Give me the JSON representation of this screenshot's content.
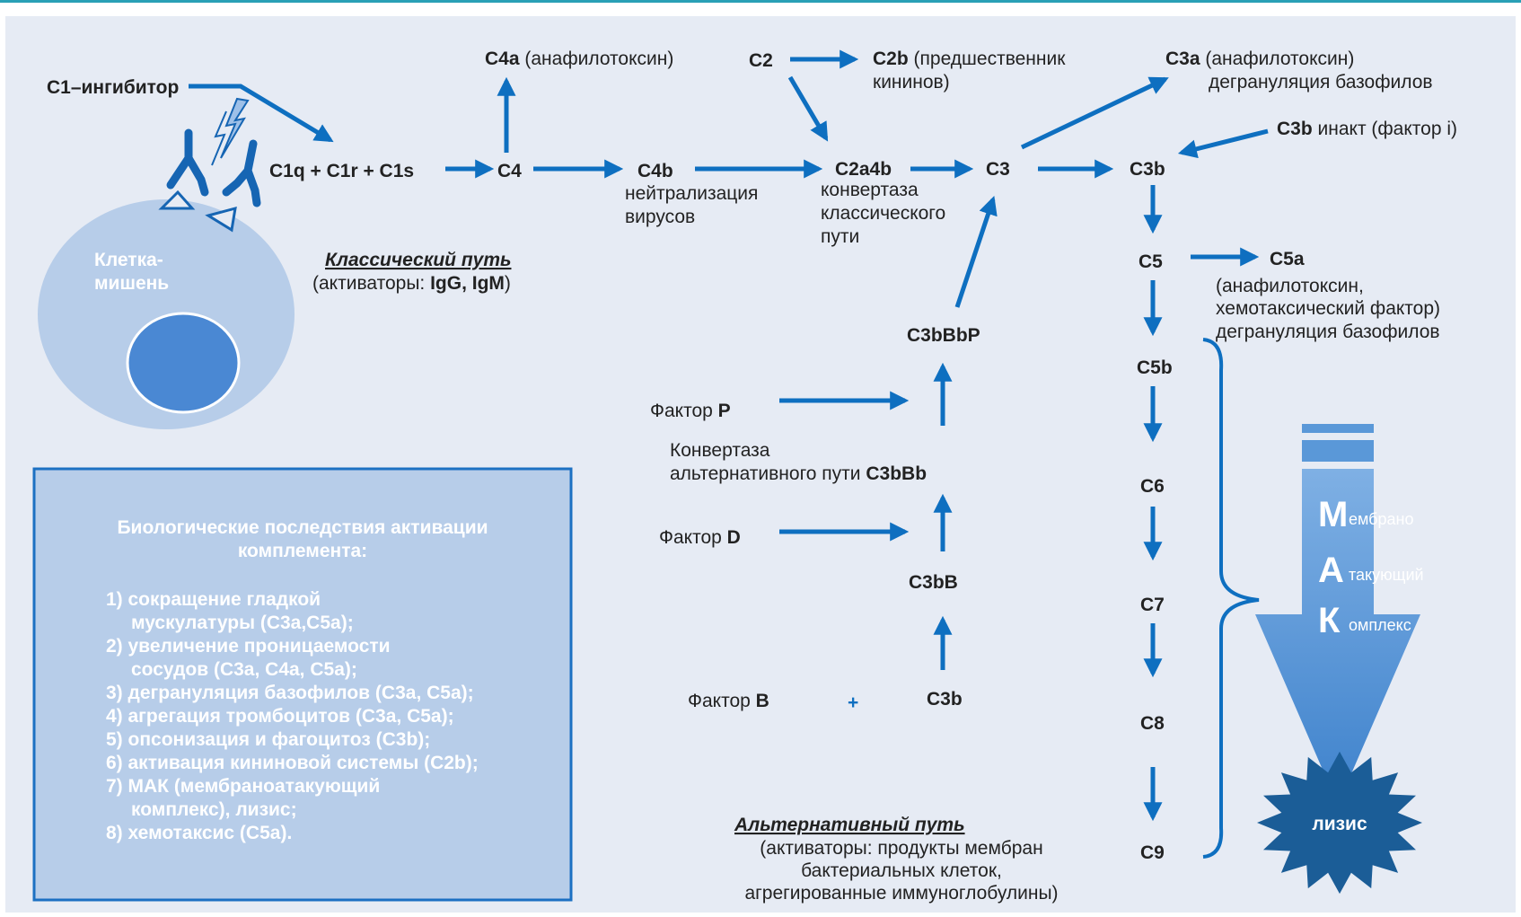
{
  "nodes": {
    "c1_inhibitor": "С1–ингибитор",
    "c1qrs": "C1q + C1r + C1s",
    "c4": "C4",
    "c4a": "C4a",
    "c4a_note": "(анафилотоксин)",
    "c4b": "C4b",
    "c4b_note": [
      "нейтрализация",
      "вирусов"
    ],
    "c2": "C2",
    "c2b": "C2b",
    "c2b_note": [
      "(предшественник",
      "кининов)"
    ],
    "c2a4b": "C2a4b",
    "c2a4b_note": [
      "конвертаза",
      "классического",
      "пути"
    ],
    "c3": "C3",
    "c3a": "C3a",
    "c3a_note": [
      "(анафилотоксин)",
      "дегрануляция базофилов"
    ],
    "c3b_inact": "C3b",
    "c3b_inact_note": "инакт (фактор i)",
    "c3b": "C3b",
    "c5": "C5",
    "c5a": "C5a",
    "c5a_note": [
      "(анафилотоксин,",
      "хемотаксический фактор)",
      "дегрануляция базофилов"
    ],
    "c5b": "C5b",
    "c6": "C6",
    "c7": "C7",
    "c8": "C8",
    "c9": "C9",
    "c3bbbp": "C3bBbP",
    "factor_p": [
      "Фактор",
      "P"
    ],
    "alt_convertase": [
      "Конвертаза",
      "альтернативного пути"
    ],
    "c3bbb": "C3bBb",
    "factor_d": [
      "Фактор",
      "D"
    ],
    "c3bb": "C3bB",
    "factor_b": [
      "Фактор",
      "B"
    ],
    "plus": "+",
    "c3b_alt": "C3b"
  },
  "classic_path": {
    "title": "Классический путь",
    "activators_prefix": "(активаторы: ",
    "activators_values": "IgG, IgM",
    "activators_suffix": ")"
  },
  "alt_path": {
    "title": "Альтернативный путь",
    "activators": [
      "(активаторы: продукты мембран",
      "бактериальных клеток,",
      "агрегированные иммуноглобулины)"
    ]
  },
  "target_cell": [
    "Клетка-",
    "мишень"
  ],
  "bio_box": {
    "title": [
      "Биологические последствия активации",
      "комплемента:"
    ],
    "items": [
      "1) сокращение гладкой",
      "мускулатуры (C3a,C5a);",
      "2) увеличение проницаемости",
      "сосудов (C3a, C4a, C5a);",
      "3) дегрануляция базофилов (C3a, C5a);",
      "4) агрегация тромбоцитов (C3a, C5a);",
      "5) опсонизация и фагоцитоз (C3b);",
      "6) активация кининовой системы (C2b);",
      "7) МАК (мембраноатакующий",
      "комплекс), лизис;",
      "8) хемотаксис (C5a)."
    ]
  },
  "mak": {
    "m": "М",
    "m_rest": "ембрано",
    "a": "А",
    "a_rest": "такующий",
    "k": "К",
    "k_rest": "омплекс"
  },
  "lysis": "лизис",
  "colors": {
    "arrow": "#0e6fc0",
    "panel": "#e6ebf4",
    "cell": "#b7cde9",
    "nucleus": "#4a88d3",
    "box": "#b7cde9",
    "box_border": "#1c70c2",
    "mak_arrow": "#5a98d8",
    "lysis": "#1b5d97",
    "top_line": "#2aa0b6"
  }
}
